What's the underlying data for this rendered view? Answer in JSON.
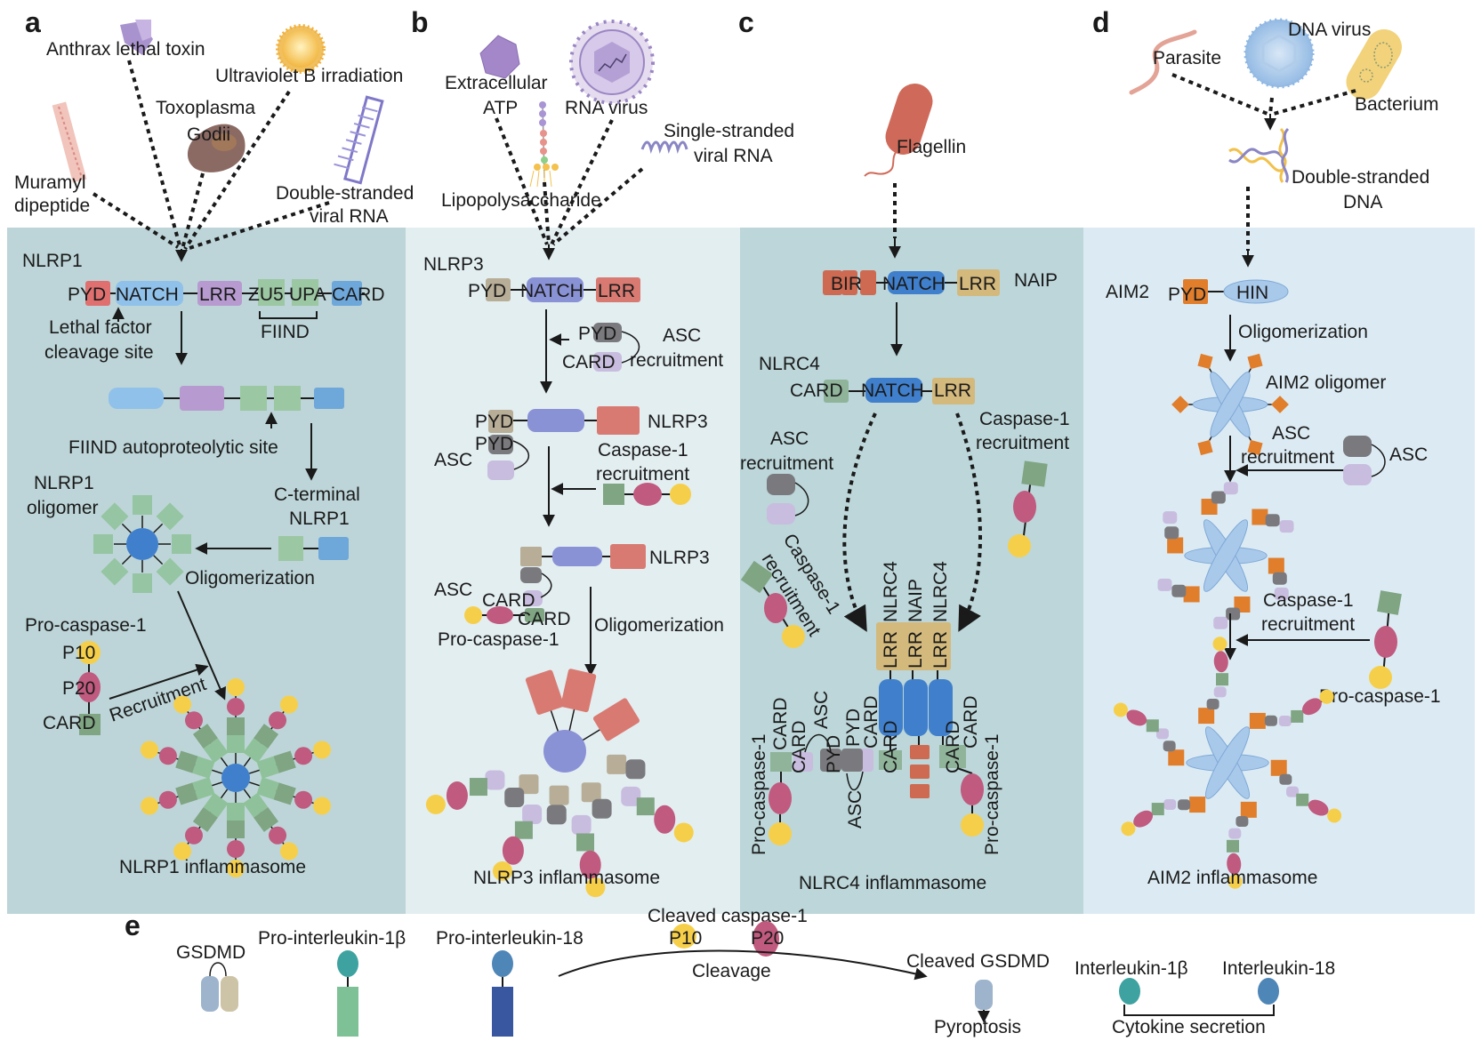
{
  "figure": {
    "panels": {
      "a": {
        "letter": "a",
        "stimuli": {
          "anthrax": "Anthrax lethal toxin",
          "uvb": "Ultraviolet B irradiation",
          "toxo1": "Toxoplasma",
          "toxo2": "Godii",
          "mdp1": "Muramyl",
          "mdp2": "dipeptide",
          "dsrna1": "Double-stranded",
          "dsrna2": "viral RNA"
        },
        "sensor": "NLRP1",
        "domains": {
          "pyd": "PYD",
          "natch": "NATCH",
          "lrr": "LRR",
          "zu5": "ZU5",
          "upa": "UPA",
          "card": "CARD",
          "fiind": "FIIND"
        },
        "lethal_site1": "Lethal factor",
        "lethal_site2": "cleavage site",
        "fiind_site": "FIIND autoproteolytic site",
        "cterm1": "C-terminal",
        "cterm2": "NLRP1",
        "oligomer1": "NLRP1",
        "oligomer2": "oligomer",
        "oligomerization": "Oligomerization",
        "procasp": "Pro-caspase-1",
        "p10": "P10",
        "p20": "P20",
        "card": "CARD",
        "recruitment": "Recruitment",
        "result": "NLRP1 inflammasome"
      },
      "b": {
        "letter": "b",
        "stimuli": {
          "atp1": "Extracellular",
          "atp2": "ATP",
          "rnavirus": "RNA virus",
          "ssrna1": "Single-stranded",
          "ssrna2": "viral RNA",
          "lps": "Lipopolysaccharide"
        },
        "sensor": "NLRP3",
        "domains": {
          "pyd": "PYD",
          "natch": "NATCH",
          "lrr": "LRR",
          "card": "CARD"
        },
        "asc": "ASC",
        "asc_recruit1": "ASC",
        "asc_recruit2": "recruitment",
        "casp_recruit1": "Caspase-1",
        "casp_recruit2": "recruitment",
        "nlrp3_label": "NLRP3",
        "procasp": "Pro-caspase-1",
        "oligomerization": "Oligomerization",
        "result": "NLRP3 inflammasome"
      },
      "c": {
        "letter": "c",
        "stimulus": "Flagellin",
        "naip": "NAIP",
        "nlrc4": "NLRC4",
        "domains": {
          "bir": "BIR",
          "natch": "NATCH",
          "lrr": "LRR",
          "card": "CARD",
          "pyd": "PYD"
        },
        "asc_recruit1": "ASC",
        "asc_recruit2": "recruitment",
        "casp_recruit1": "Caspase-1",
        "casp_recruit2": "recruitment",
        "casp_recruit_rot": "Caspase-1",
        "casp_recruit_rot2": "recruitment",
        "complex_labels": [
          "NLRC4",
          "NAIP",
          "NLRC4"
        ],
        "asc": "ASC",
        "procasp": "Pro-caspase-1",
        "result": "NLRC4 inflammasome"
      },
      "d": {
        "letter": "d",
        "stimuli": {
          "parasite": "Parasite",
          "dnavirus": "DNA virus",
          "bacterium": "Bacterium",
          "dsdna1": "Double-stranded",
          "dsdna2": "DNA"
        },
        "sensor": "AIM2",
        "domains": {
          "pyd": "PYD",
          "hin": "HIN"
        },
        "oligomerization": "Oligomerization",
        "oligomer": "AIM2 oligomer",
        "asc_recruit1": "ASC",
        "asc_recruit2": "recruitment",
        "asc": "ASC",
        "casp_recruit1": "Caspase-1",
        "casp_recruit2": "recruitment",
        "procasp": "Pro-caspase-1",
        "result": "AIM2 inflammasome"
      },
      "e": {
        "letter": "e",
        "gsdmd": "GSDMD",
        "pro_il1b": "Pro-interleukin-1β",
        "pro_il18": "Pro-interleukin-18",
        "cleaved_casp": "Cleaved caspase-1",
        "p10": "P10",
        "p20": "P20",
        "cleavage": "Cleavage",
        "cleaved_gsdmd": "Cleaved GSDMD",
        "pyroptosis": "Pyroptosis",
        "il1b": "Interleukin-1β",
        "il18": "Interleukin-18",
        "secretion": "Cytokine secretion"
      }
    },
    "colors": {
      "panel_dark": "#bdd5d8",
      "panel_light": "#e4eff3",
      "panel_c": "#bcd6d9",
      "panel_d": "#dcebf3",
      "pyd_red": "#e07070",
      "natch_blue": "#7fb6e6",
      "natch_dark": "#3f7fcc",
      "lrr_purple": "#b79bd0",
      "fiind_green": "#8fc29a",
      "card_blue": "#5b9bd5",
      "nlrp3_pyd": "#b8ad96",
      "nlrp3_natch": "#8a92d6",
      "nlrp3_lrr": "#d97a72",
      "asc_pyd": "#7a7a7e",
      "asc_card": "#c8bddf",
      "casp_card": "#7fa583",
      "p20_pink": "#c05a7e",
      "p10_yellow": "#f6cf4a",
      "lrr_tan": "#d4b97c",
      "bir_red": "#cf6a52",
      "aim2_orange": "#e07e2c",
      "hin_blue": "#a9c9eb",
      "il1b_teal": "#3ea3a0",
      "il18_blue": "#4f86b8",
      "il1b_stem": "#7fc196",
      "il18_stem": "#3957a0",
      "gsdmd_a": "#9db4cc",
      "gsdmd_b": "#cdc4a7"
    }
  }
}
